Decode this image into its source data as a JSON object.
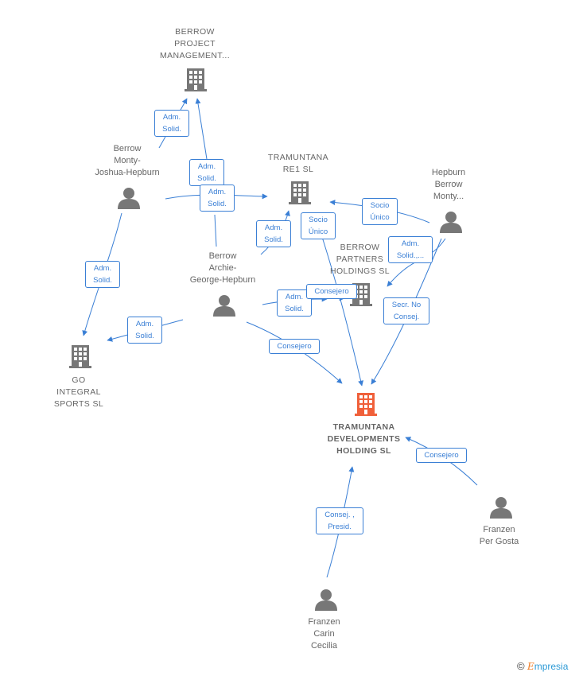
{
  "nodes": {
    "berrow_project": {
      "label": "BERROW\nPROJECT\nMANAGEMENT...",
      "kind": "company"
    },
    "berrow_monty_joshua": {
      "label": "Berrow\nMonty-\nJoshua-Hepburn",
      "kind": "person"
    },
    "tramuntana_re1": {
      "label": "TRAMUNTANA\nRE1 SL",
      "kind": "company"
    },
    "hepburn_berrow_monty": {
      "label": "Hepburn\nBerrow\nMonty...",
      "kind": "person"
    },
    "berrow_archie": {
      "label": "Berrow\nArchie-\nGeorge-Hepburn",
      "kind": "person"
    },
    "berrow_partners": {
      "label": "BERROW\nPARTNERS\nHOLDINGS SL",
      "kind": "company"
    },
    "go_integral": {
      "label": "GO\nINTEGRAL\nSPORTS SL",
      "kind": "company"
    },
    "tramuntana_dev": {
      "label": "TRAMUNTANA\nDEVELOPMENTS\nHOLDING SL",
      "kind": "company-main"
    },
    "franzen_per": {
      "label": "Franzen\nPer Gosta",
      "kind": "person"
    },
    "franzen_carin": {
      "label": "Franzen\nCarin\nCecilia",
      "kind": "person"
    }
  },
  "edges": [
    {
      "id": "e1",
      "label": "Adm.\nSolid."
    },
    {
      "id": "e2",
      "label": "Adm.\nSolid."
    },
    {
      "id": "e3",
      "label": "Adm.\nSolid."
    },
    {
      "id": "e4",
      "label": "Adm.\nSolid."
    },
    {
      "id": "e5",
      "label": "Adm.\nSolid."
    },
    {
      "id": "e6",
      "label": "Socio\nÚnico"
    },
    {
      "id": "e7",
      "label": "Socio\nÚnico"
    },
    {
      "id": "e8",
      "label": "Adm.\nSolid.,..."
    },
    {
      "id": "e9",
      "label": "Adm.\nSolid."
    },
    {
      "id": "e10",
      "label": "Consejero"
    },
    {
      "id": "e11",
      "label": "Secr. No\nConsej."
    },
    {
      "id": "e12",
      "label": "Adm.\nSolid."
    },
    {
      "id": "e13",
      "label": "Consejero"
    },
    {
      "id": "e14",
      "label": "Consejero"
    },
    {
      "id": "e15",
      "label": "Consej. ,\nPresid."
    }
  ],
  "colors": {
    "edge": "#3a7fd5",
    "node_gray": "#777777",
    "main_company": "#f0603a"
  },
  "watermark": {
    "symbol": "©",
    "brand_initial": "E",
    "brand_rest": "mpresia"
  }
}
